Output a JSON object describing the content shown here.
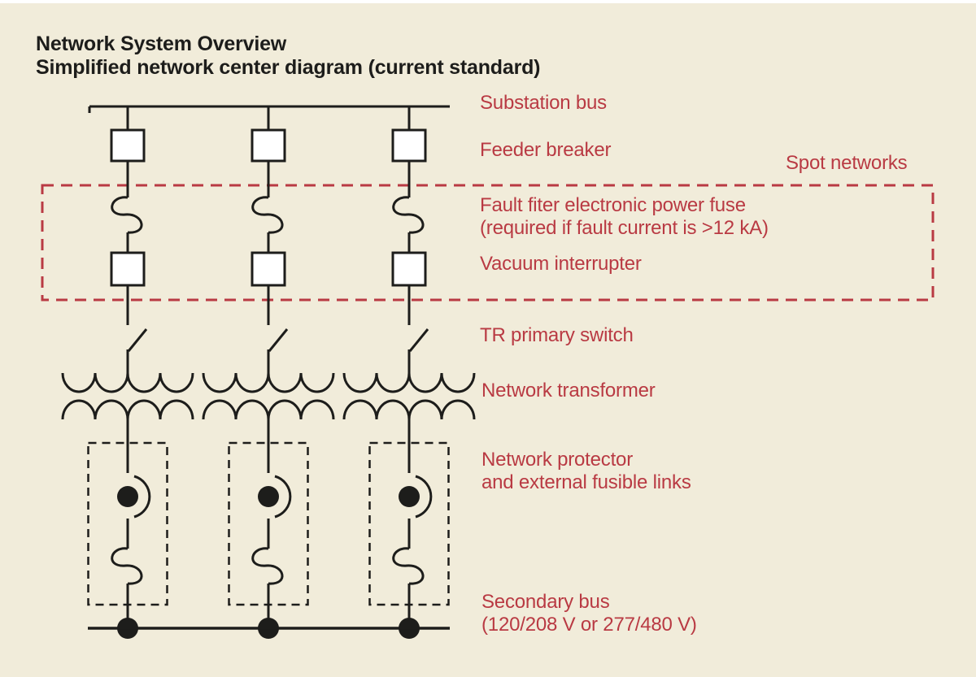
{
  "title": {
    "line1": "Network System Overview",
    "line2": "Simplified network center diagram (current standard)"
  },
  "labels": {
    "substation_bus": "Substation bus",
    "feeder_breaker": "Feeder breaker",
    "spot_networks": "Spot networks",
    "fault_fuse_line1": "Fault fiter electronic power fuse",
    "fault_fuse_line2": "(required if fault current is >12 kA)",
    "vacuum_interrupter": "Vacuum interrupter",
    "tr_primary_switch": "TR primary switch",
    "network_transformer": "Network transformer",
    "network_protector_line1": "Network protector",
    "network_protector_line2": "and external fusible links",
    "secondary_bus_line1": "Secondary bus",
    "secondary_bus_line2": "(120/208 V or 277/480 V)"
  },
  "diagram": {
    "feeder_count": 3,
    "components_per_feeder": [
      "feeder breaker",
      "electronic power fuse",
      "vacuum interrupter",
      "TR primary switch",
      "network transformer",
      "network protector",
      "external fusible link"
    ]
  },
  "colors": {
    "background": "#f1ecda",
    "line": "#1d1d1b",
    "accent_red": "#b93a43"
  }
}
